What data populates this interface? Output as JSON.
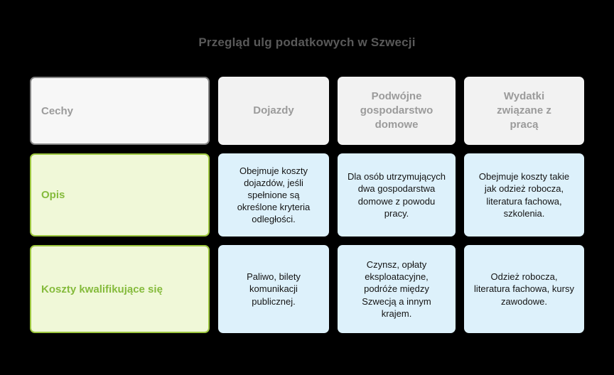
{
  "title": "Przegląd ulg podatkowych w Szwecji",
  "table": {
    "corner_header": "Cechy",
    "column_headers": [
      "Dojazdy",
      "Podwójne gospodarstwo domowe",
      "Wydatki związane z pracą"
    ],
    "rows": [
      {
        "label": "Opis",
        "cells": [
          "Obejmuje koszty dojazdów, jeśli spełnione są określone kryteria odległości.",
          "Dla osób utrzymujących dwa gospodarstwa domowe z powodu pracy.",
          "Obejmuje koszty takie jak odzież robocza, literatura fachowa, szkolenia."
        ]
      },
      {
        "label": "Koszty kwalifikujące się",
        "cells": [
          "Paliwo, bilety komunikacji publicznej.",
          "Czynsz, opłaty eksploatacyjne, podróże między Szwecją a innym krajem.",
          "Odzież robocza, literatura fachowa, kursy zawodowe."
        ]
      }
    ]
  },
  "colors": {
    "background": "#000000",
    "title_text": "#595959",
    "header_bg": "#f2f2f2",
    "header_text": "#9b9b9b",
    "corner_bg": "#f7f7f7",
    "corner_border": "#848484",
    "row_label_bg": "#f0f8d8",
    "row_label_border": "#9dc73f",
    "row_label_text": "#85bb3c",
    "cell_bg": "#ddf1fb",
    "cell_text": "#141414"
  }
}
